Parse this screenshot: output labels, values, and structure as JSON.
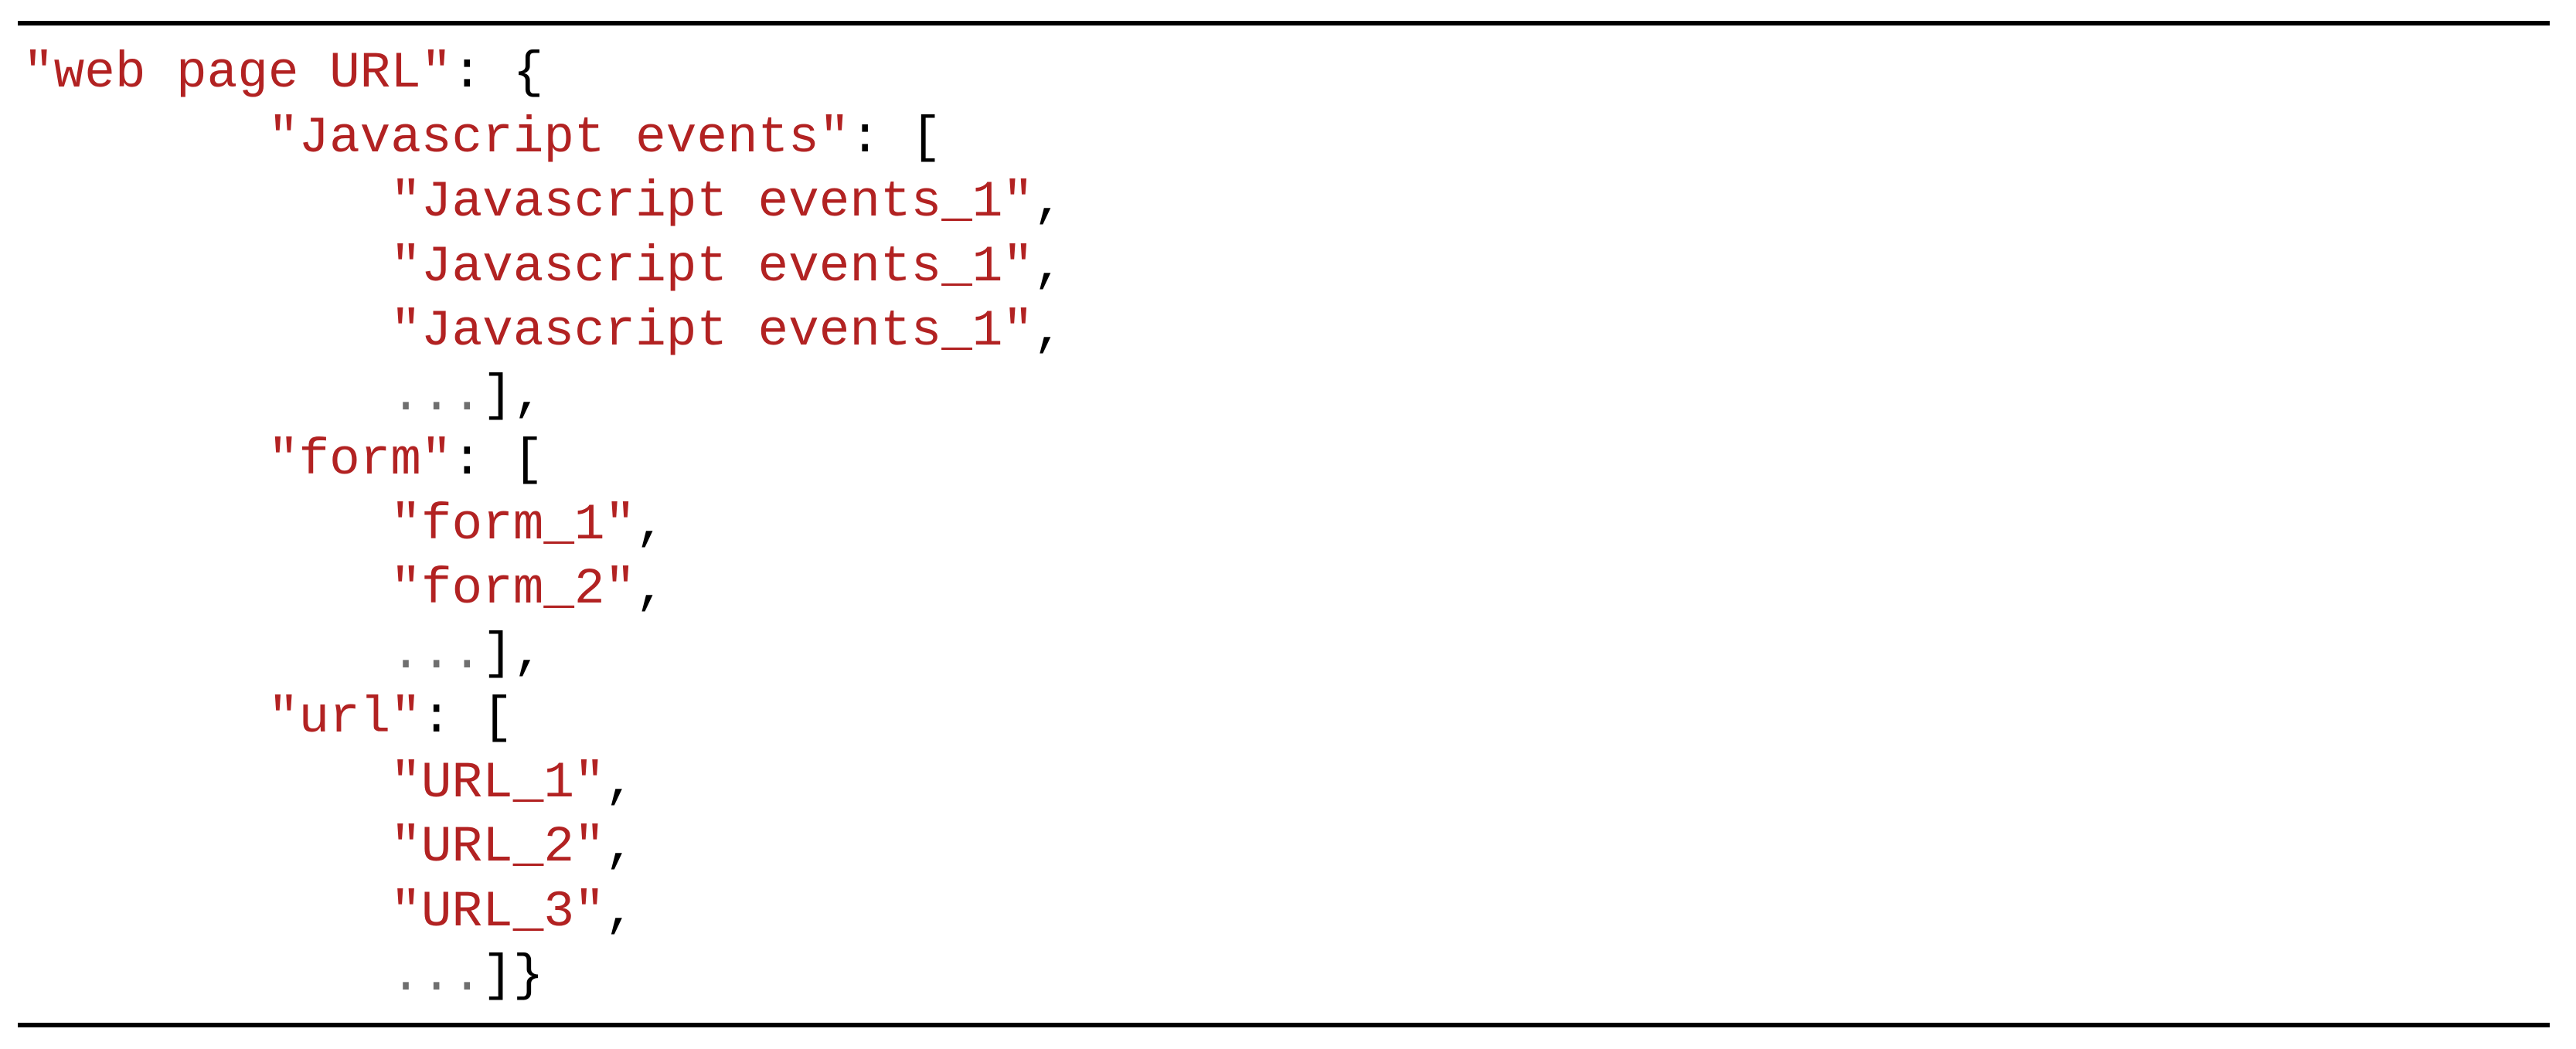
{
  "figure": {
    "kind": "paper-code-listing",
    "background": "#ffffff",
    "rule_color": "#000000",
    "colors": {
      "string": "#b22222",
      "punctuation": "#000000",
      "ellipsis": "#6f6f6f"
    },
    "code": {
      "language": "json-schema-snippet",
      "root_key": "web page URL",
      "lines": [
        [
          {
            "text": "\"web page URL\"",
            "type": "string"
          },
          {
            "text": ": {",
            "type": "punct"
          }
        ],
        [
          {
            "text": "        ",
            "type": "punct"
          },
          {
            "text": "\"Javascript events\"",
            "type": "string"
          },
          {
            "text": ": [",
            "type": "punct"
          }
        ],
        [
          {
            "text": "            ",
            "type": "punct"
          },
          {
            "text": "\"Javascript events_1\"",
            "type": "string"
          },
          {
            "text": ",",
            "type": "punct"
          }
        ],
        [
          {
            "text": "            ",
            "type": "punct"
          },
          {
            "text": "\"Javascript events_1\"",
            "type": "string"
          },
          {
            "text": ",",
            "type": "punct"
          }
        ],
        [
          {
            "text": "            ",
            "type": "punct"
          },
          {
            "text": "\"Javascript events_1\"",
            "type": "string"
          },
          {
            "text": ",",
            "type": "punct"
          }
        ],
        [
          {
            "text": "            ",
            "type": "punct"
          },
          {
            "text": "...",
            "type": "dots"
          },
          {
            "text": "],",
            "type": "punct"
          }
        ],
        [
          {
            "text": "        ",
            "type": "punct"
          },
          {
            "text": "\"form\"",
            "type": "string"
          },
          {
            "text": ": [",
            "type": "punct"
          }
        ],
        [
          {
            "text": "            ",
            "type": "punct"
          },
          {
            "text": "\"form_1\"",
            "type": "string"
          },
          {
            "text": ",",
            "type": "punct"
          }
        ],
        [
          {
            "text": "            ",
            "type": "punct"
          },
          {
            "text": "\"form_2\"",
            "type": "string"
          },
          {
            "text": ",",
            "type": "punct"
          }
        ],
        [
          {
            "text": "            ",
            "type": "punct"
          },
          {
            "text": "...",
            "type": "dots"
          },
          {
            "text": "],",
            "type": "punct"
          }
        ],
        [
          {
            "text": "        ",
            "type": "punct"
          },
          {
            "text": "\"url\"",
            "type": "string"
          },
          {
            "text": ": [",
            "type": "punct"
          }
        ],
        [
          {
            "text": "            ",
            "type": "punct"
          },
          {
            "text": "\"URL_1\"",
            "type": "string"
          },
          {
            "text": ",",
            "type": "punct"
          }
        ],
        [
          {
            "text": "            ",
            "type": "punct"
          },
          {
            "text": "\"URL_2\"",
            "type": "string"
          },
          {
            "text": ",",
            "type": "punct"
          }
        ],
        [
          {
            "text": "            ",
            "type": "punct"
          },
          {
            "text": "\"URL_3\"",
            "type": "string"
          },
          {
            "text": ",",
            "type": "punct"
          }
        ],
        [
          {
            "text": "            ",
            "type": "punct"
          },
          {
            "text": "...",
            "type": "dots"
          },
          {
            "text": "]}",
            "type": "punct"
          }
        ]
      ]
    }
  }
}
